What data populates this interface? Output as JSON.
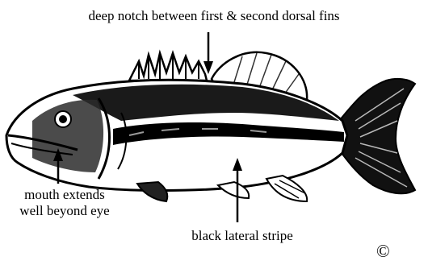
{
  "labels": {
    "notch": "deep notch between first & second dorsal fins",
    "mouth_line1": "mouth extends",
    "mouth_line2": "well beyond eye",
    "stripe": "black lateral stripe",
    "copyright": "©"
  },
  "colors": {
    "ink": "#000000",
    "paper": "#ffffff"
  }
}
